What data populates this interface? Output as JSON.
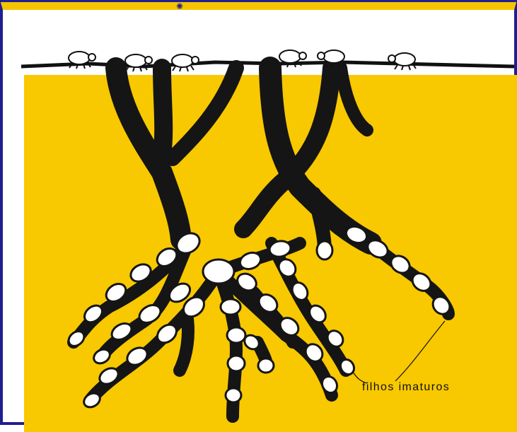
{
  "diagram": {
    "label": "filhos imaturos",
    "colors": {
      "soil": "#f8c800",
      "gallery": "#151515",
      "larva": "#ffffff",
      "frame": "#1f1f8f",
      "top_band": "#f5c400"
    },
    "elements": {
      "beetles": 6,
      "entry_tunnels": 4,
      "icon": "beetle-icon"
    }
  }
}
